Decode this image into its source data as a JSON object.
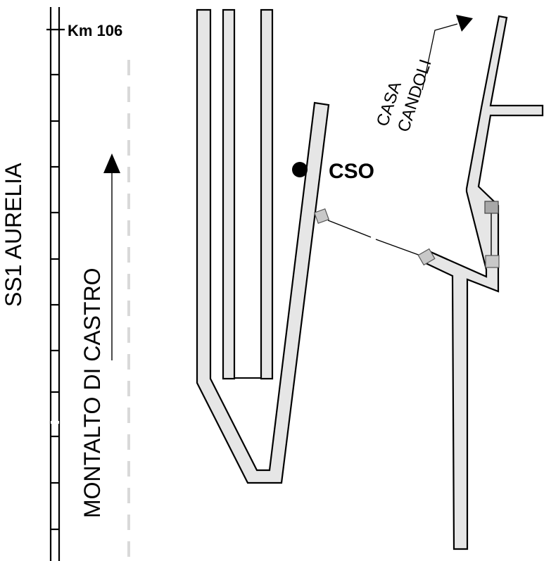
{
  "highway": {
    "label": "SS1  AURELIA",
    "km_marker": "Km 106"
  },
  "direction": {
    "label": "MONTALTO  DI  CASTRO"
  },
  "cso": {
    "label": "CSO"
  },
  "casa_candoli": {
    "line1": "CASA",
    "line2": "CANDOLI"
  },
  "colors": {
    "road_fill": "#e6e6e6",
    "outline": "#000000",
    "junction_light": "#c8c8c8",
    "junction_dark": "#a8a8a8",
    "dashed_line": "#d9d9d9"
  }
}
